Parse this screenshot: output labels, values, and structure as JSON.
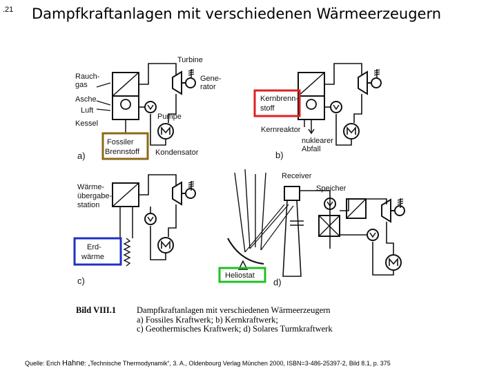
{
  "slide_number": ".21",
  "title": "Dampfkraftanlagen mit verschiedenen Wärmeerzeugern",
  "panels": {
    "a": {
      "tag": "a)",
      "labels": [
        "Turbine",
        "Rauch-",
        "gas",
        "Asche",
        "Luft",
        "Kessel",
        "Gene-",
        "rator",
        "Pumpe",
        "Kondensator"
      ],
      "highlight": [
        "Fossiler",
        "Brennstoff"
      ],
      "highlight_color": "#8b6914"
    },
    "b": {
      "tag": "b)",
      "labels": [
        "Kernreaktor",
        "nuklearer",
        "Abfall"
      ],
      "highlight": [
        "Kernbrenn-",
        "stoff"
      ],
      "highlight_color": "#e02020"
    },
    "c": {
      "tag": "c)",
      "labels": [
        "Wärme-",
        "übergabe-",
        "station"
      ],
      "highlight": [
        "Erd-",
        "wärme"
      ],
      "highlight_color": "#2030c0"
    },
    "d": {
      "tag": "d)",
      "labels": [
        "Receiver",
        "Speicher"
      ],
      "highlight": [
        "Heliostat"
      ],
      "highlight_color": "#20c020"
    }
  },
  "caption": {
    "label": "Bild VIII.1",
    "heading": "Dampfkraftanlagen mit verschiedenen Wärmeerzeugern",
    "items": [
      "a) Fossiles Kraftwerk; b) Kernkraftwerk;",
      "c) Geothermisches Kraftwerk; d) Solares Turmkraftwerk"
    ]
  },
  "source": {
    "prefix": "Quelle: Erich ",
    "author": "Hahne",
    "rest": ": „Technische Thermodynamik“, 3. A., Oldenbourg Verlag München 2000, ISBN=3-486-25397-2, Bild 8.1, p. 375"
  }
}
